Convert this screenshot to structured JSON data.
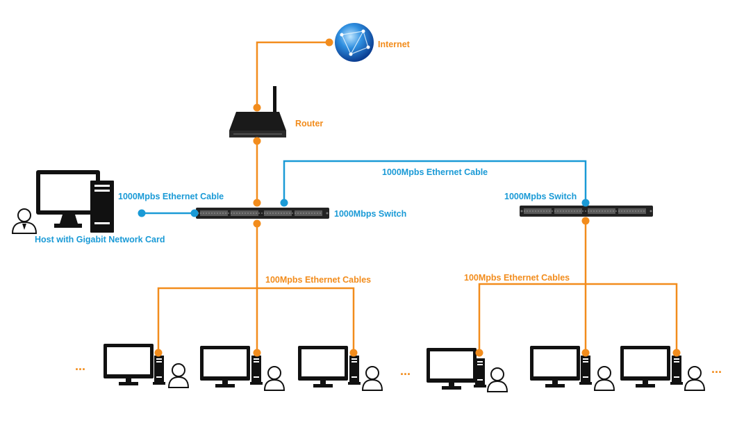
{
  "labels": {
    "internet": "Internet",
    "router": "Router",
    "gigabit_cable_left": "1000Mpbs Ethernet Cable",
    "gigabit_cable_top": "1000Mpbs Ethernet Cable",
    "switch_left": "1000Mbps Switch",
    "switch_right": "1000Mpbs Switch",
    "host": "Host with Gigabit Network Card",
    "cables_left": "100Mpbs Ethernet Cables",
    "cables_right": "100Mpbs Ethernet Cables",
    "ellipsis": "..."
  },
  "colors": {
    "accent_orange": "#f28c1c",
    "accent_blue": "#1a9ad6",
    "device_black": "#111111"
  },
  "icons": [
    "globe-icon",
    "router-icon",
    "switch-icon",
    "desktop-computer-icon",
    "user-icon"
  ]
}
